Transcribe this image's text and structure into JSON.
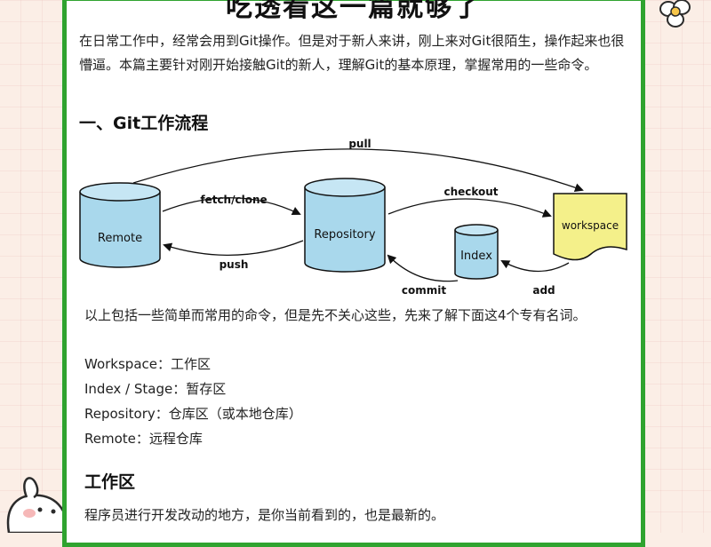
{
  "title": "吃透看这一篇就够了",
  "intro": "在日常工作中，经常会用到Git操作。但是对于新人来讲，刚上来对Git很陌生，操作起来也很懵逼。本篇主要针对刚开始接触Git的新人，理解Git的基本原理，掌握常用的一些命令。",
  "section1_title": "一、Git工作流程",
  "diagram": {
    "nodes": {
      "remote": "Remote",
      "repository": "Repository",
      "index": "Index",
      "workspace": "workspace"
    },
    "edges": {
      "pull": "pull",
      "fetch_clone": "fetch/clone",
      "checkout": "checkout",
      "push": "push",
      "commit": "commit",
      "add": "add"
    },
    "colors": {
      "cylinder": "#a9d8ec",
      "workspace": "#f4f08a",
      "border": "#2fa32f"
    }
  },
  "description": "以上包括一些简单而常用的命令，但是先不关心这些，先来了解下面这4个专有名词。",
  "terms": [
    "Workspace：工作区",
    "Index / Stage：暂存区",
    "Repository：仓库区（或本地仓库）",
    "Remote：远程仓库"
  ],
  "section2_title": "工作区",
  "section2_text": "程序员进行开发改动的地方，是你当前看到的，也是最新的。"
}
